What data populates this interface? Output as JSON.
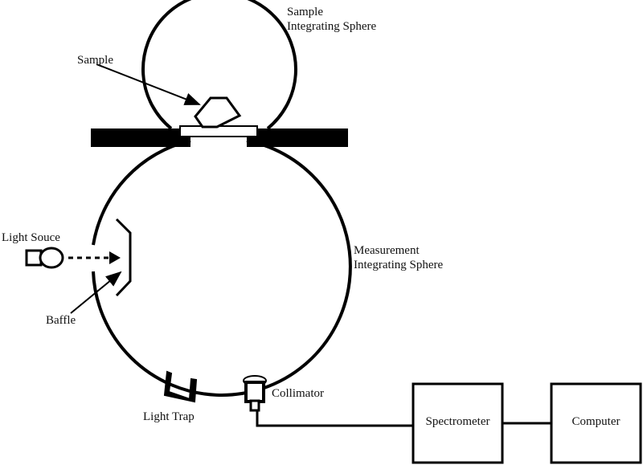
{
  "labels": {
    "sample_sphere_1": "Sample",
    "sample_sphere_2": "Integrating Sphere",
    "sample": "Sample",
    "light_source": "Light Souce",
    "baffle": "Baffle",
    "measurement_sphere_1": "Measurement",
    "measurement_sphere_2": "Integrating Sphere",
    "collimator": "Collimator",
    "light_trap": "Light Trap",
    "spectrometer": "Spectrometer",
    "computer": "Computer"
  }
}
